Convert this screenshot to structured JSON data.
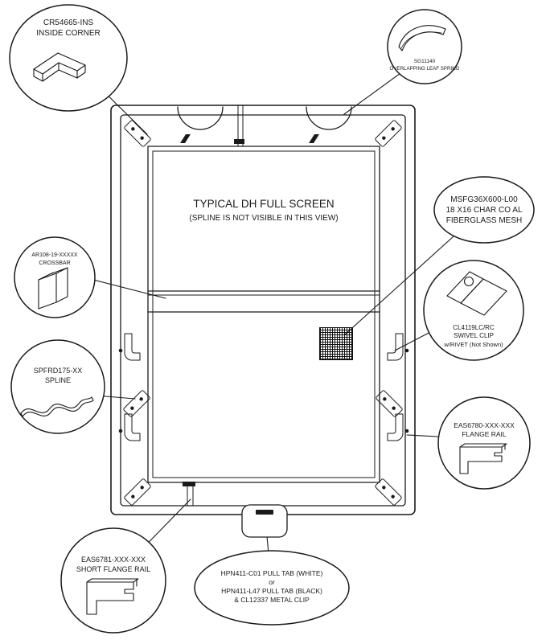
{
  "diagram": {
    "title": "TYPICAL DH FULL SCREEN",
    "subtitle": "(SPLINE IS NOT VISIBLE IN THIS VIEW)"
  },
  "colors": {
    "line": "#1a1a1a",
    "background": "#ffffff"
  },
  "callouts": {
    "inside_corner": {
      "part": "CR54665-INS",
      "name": "INSIDE CORNER"
    },
    "leaf_spring": {
      "part": "SG11140",
      "name": "OVERLAPPING LEAF SPRING"
    },
    "fiberglass_mesh": {
      "part": "MSFG36X600-L00",
      "spec": "18 X16 CHAR CO AL",
      "name": "FIBERGLASS MESH"
    },
    "crossbar": {
      "part": "AR108-19-XXXXX",
      "name": "CROSSBAR"
    },
    "swivel_clip": {
      "part": "CL4119LC/RC",
      "name": "SWIVEL CLIP",
      "note": "w/RIVET (Not Shown)"
    },
    "spline": {
      "part": "SPFRD175-XX",
      "name": "SPLINE"
    },
    "flange_rail": {
      "part": "EAS6780-XXX-XXX",
      "name": "FLANGE RAIL"
    },
    "short_flange_rail": {
      "part": "EAS6781-XXX-XXX",
      "name": "SHORT FLANGE RAIL"
    },
    "pull_tab": {
      "line1": "HPN411-C01 PULL TAB (WHITE)",
      "line2": "or",
      "line3": "HPN411-L47 PULL TAB (BLACK)",
      "line4": "& CL12337 METAL CLIP"
    }
  }
}
